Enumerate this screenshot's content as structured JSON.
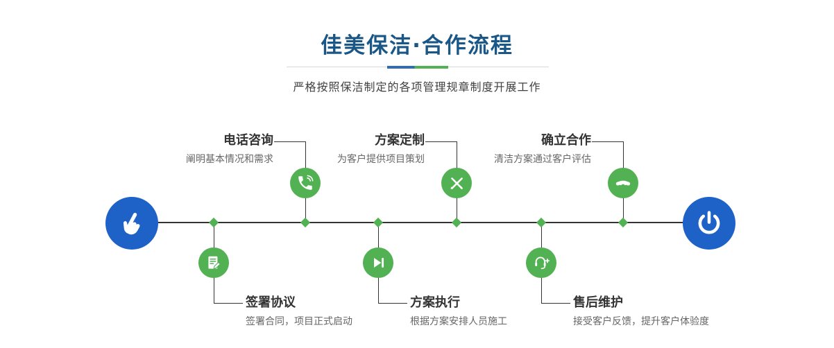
{
  "header": {
    "title": "佳美保洁·合作流程",
    "subtitle": "严格按照保洁制定的各项管理规章制度开展工作"
  },
  "flow": {
    "start": {
      "icon": "pointing-hand-icon"
    },
    "end": {
      "icon": "power-icon"
    },
    "top_steps": [
      {
        "title": "电话咨询",
        "desc": "阐明基本情况和需求",
        "icon": "phone-call-icon"
      },
      {
        "title": "方案定制",
        "desc": "为客户提供项目策划",
        "icon": "design-pencil-icon"
      },
      {
        "title": "确立合作",
        "desc": "清洁方案通过客户评估",
        "icon": "handshake-icon"
      }
    ],
    "bottom_steps": [
      {
        "title": "签署协议",
        "desc": "签署合同，项目正式启动",
        "icon": "contract-icon"
      },
      {
        "title": "方案执行",
        "desc": "根据方案安排人员施工",
        "icon": "play-execute-icon"
      },
      {
        "title": "售后维护",
        "desc": "接受客户反馈，提升客户体验度",
        "icon": "headset-service-icon"
      }
    ]
  },
  "colors": {
    "accent_green": "#52b253",
    "accent_blue": "#1e62c8",
    "title_blue": "#1a5787",
    "line_dark": "#333333",
    "divider_blue": "#2e6db4"
  }
}
